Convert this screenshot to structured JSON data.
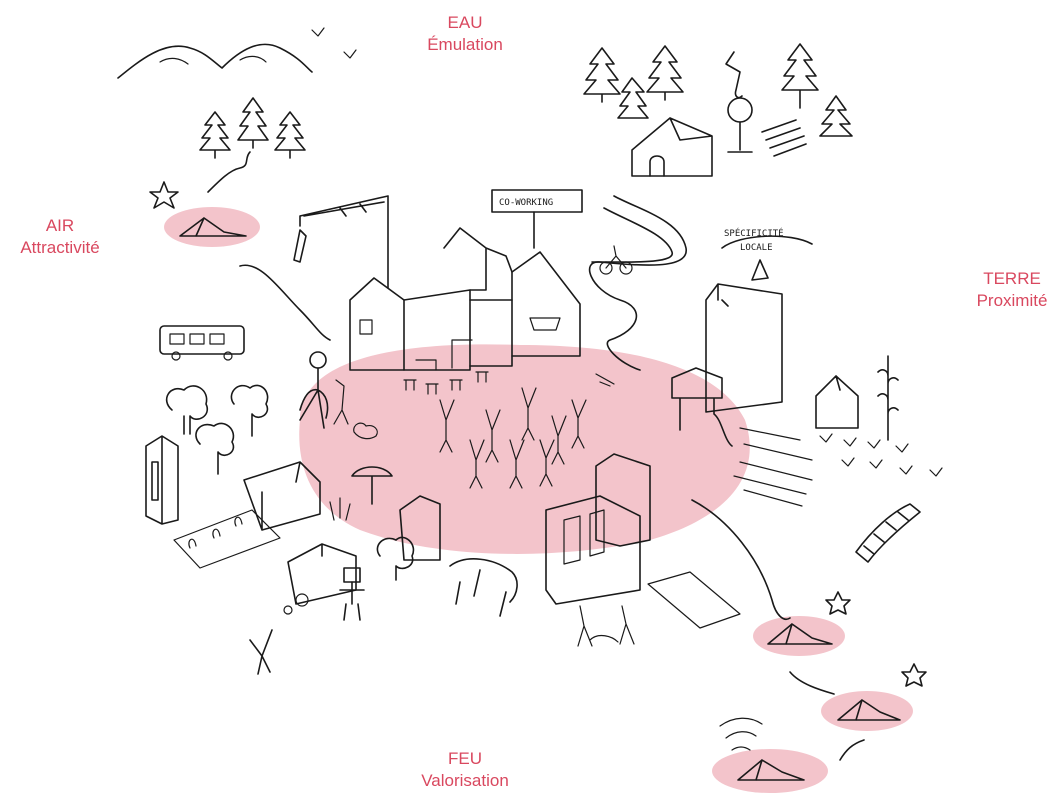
{
  "labels": {
    "eau": {
      "name": "EAU",
      "value": "Émulation"
    },
    "air": {
      "name": "AIR",
      "value": "Attractivité"
    },
    "terre": {
      "name": "TERRE",
      "value": "Proximité"
    },
    "feu": {
      "name": "FEU",
      "value": "Valorisation"
    }
  },
  "signs": {
    "coworking": "CO-WORKING",
    "specificite_line1": "SPÉCIFICITÉ",
    "specificite_line2": "LOCALE"
  },
  "colors": {
    "accent": "#d9485f",
    "highlight": "#f3c4cb",
    "ink": "#1a1a1a"
  },
  "icons": [
    "mountain-icon",
    "tree-icon",
    "star-icon",
    "bird-icon",
    "bus-icon",
    "bicycle-icon",
    "crane-icon",
    "tent-icon",
    "signpost-icon",
    "people-icon"
  ]
}
